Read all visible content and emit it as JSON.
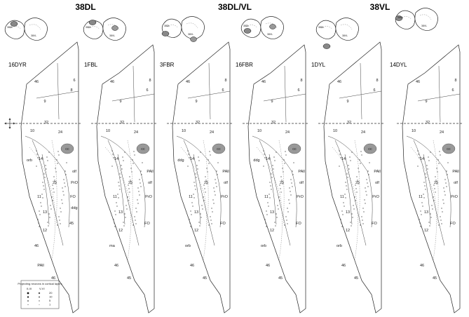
{
  "groups": [
    {
      "label": "38DL"
    },
    {
      "label": "38DL/VL"
    },
    {
      "label": "38VL"
    }
  ],
  "sections": [
    {
      "label": "16DYR",
      "areas": [
        "46",
        "9",
        "6",
        "8",
        "32",
        "10",
        "24",
        "cc",
        "14",
        "25",
        "11",
        "13",
        "12",
        "46",
        "PAll",
        "olf",
        "PrO",
        "FO",
        "45",
        "46",
        "orb",
        "ddg"
      ]
    },
    {
      "label": "1FBL",
      "areas": [
        "46",
        "9",
        "8",
        "6",
        "32",
        "10",
        "24",
        "cc",
        "14",
        "25",
        "11",
        "13",
        "12",
        "45",
        "46",
        "PAll",
        "olf",
        "PrO",
        "FO",
        "ma"
      ]
    },
    {
      "label": "3FBR",
      "areas": [
        "46",
        "9",
        "8",
        "6",
        "32",
        "10",
        "24",
        "cc",
        "14",
        "25",
        "11",
        "13",
        "12",
        "45",
        "46",
        "PAll",
        "olf",
        "PrO",
        "FO",
        "orb",
        "ddg"
      ]
    },
    {
      "label": "16FBR",
      "areas": [
        "46",
        "9",
        "8",
        "6",
        "32",
        "10",
        "24",
        "cc",
        "14",
        "25",
        "11",
        "13",
        "12",
        "45",
        "46",
        "PAll",
        "olf",
        "PrO",
        "FO",
        "orb",
        "ddg"
      ]
    },
    {
      "label": "1DYL",
      "areas": [
        "46",
        "9",
        "8",
        "6",
        "32",
        "10",
        "24",
        "cc",
        "14",
        "25",
        "11",
        "13",
        "12",
        "45",
        "46",
        "PAll",
        "olf",
        "PrO",
        "FO",
        "orb"
      ]
    },
    {
      "label": "14DYL",
      "areas": [
        "46",
        "9",
        "8",
        "6",
        "32",
        "10",
        "24",
        "cc",
        "14",
        "25",
        "11",
        "13",
        "12",
        "45",
        "46",
        "PAll",
        "olf",
        "PrO",
        "FO"
      ]
    }
  ],
  "inset_labels": [
    "38DL",
    "38VL",
    "38DM",
    "38VM",
    "38DLL"
  ],
  "legend": {
    "title": "Projecting neurons in cortical layers",
    "columns": [
      "II-III",
      "V-VI"
    ],
    "values": [
      "20",
      "10",
      "5",
      "1"
    ]
  }
}
